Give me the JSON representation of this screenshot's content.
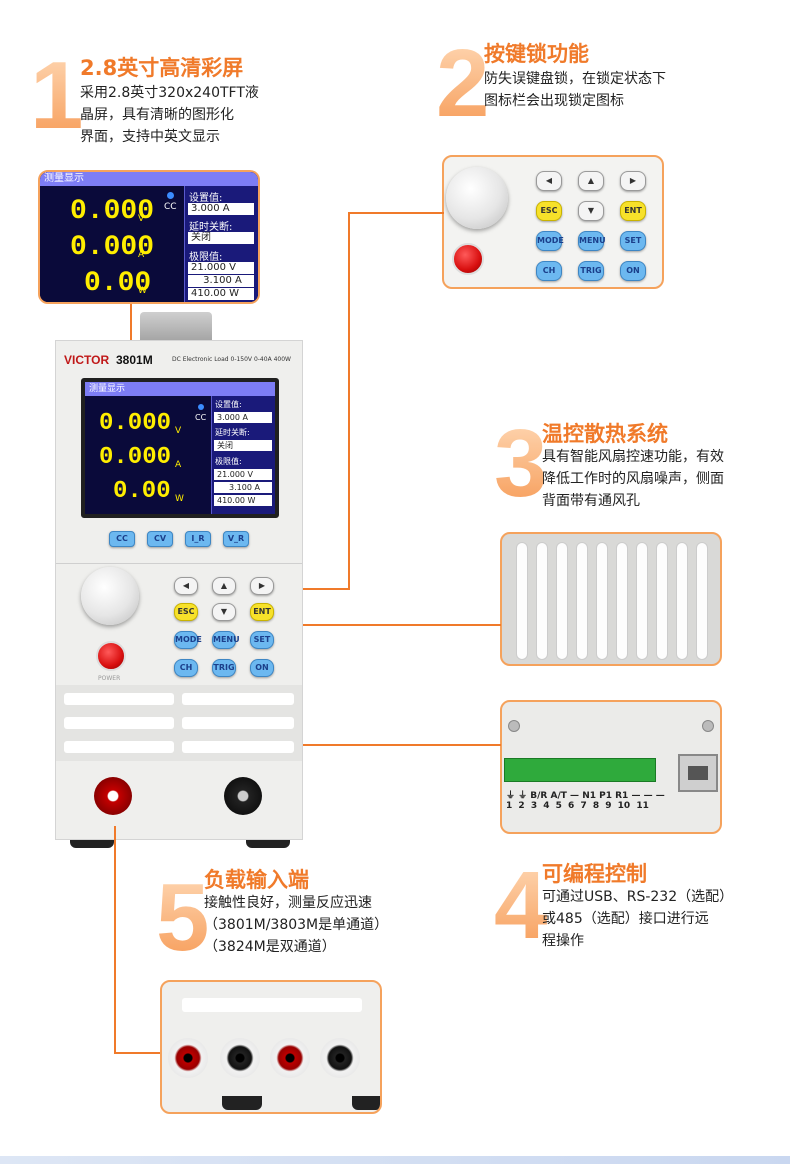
{
  "features": {
    "f1": {
      "num": "1",
      "title": "2.8英寸高清彩屏",
      "desc": [
        "采用2.8英寸320x240TFT液",
        "晶屏，具有清晰的图形化",
        "界面，支持中英文显示"
      ]
    },
    "f2": {
      "num": "2",
      "title": "按键锁功能",
      "desc": [
        "防失误键盘锁，在锁定状态下",
        "图标栏会出现锁定图标"
      ]
    },
    "f3": {
      "num": "3",
      "title": "温控散热系统",
      "desc": [
        "具有智能风扇控速功能，有效",
        "降低工作时的风扇噪声，侧面",
        "背面带有通风孔"
      ]
    },
    "f4": {
      "num": "4",
      "title": "可编程控制",
      "desc": [
        "可通过USB、RS-232（选配）",
        "或485（选配）接口进行远",
        "程操作"
      ]
    },
    "f5": {
      "num": "5",
      "title": "负载输入端",
      "desc": [
        "接触性良好，测量反应迅速",
        "（3801M/3803M是单通道）",
        "（3824M是双通道）"
      ]
    }
  },
  "lcd": {
    "header": "测量显示",
    "voltage": "0.000",
    "current": "0.000",
    "power": "0.00",
    "unit_v": "V",
    "unit_a": "A",
    "unit_w": "W",
    "mode": "CC",
    "set_label": "设置值:",
    "set_value": "3.000  A",
    "delay_label": "延时关断:",
    "delay_value": "关闭",
    "limit_label": "极限值:",
    "limit_v": "21.000  V",
    "limit_a": "3.100  A",
    "limit_w": "410.00  W"
  },
  "device": {
    "brand": "VICTOR",
    "model": "3801M",
    "spec": "DC Electronic Load 0-150V 0-40A 400W",
    "mode_keys": [
      "CC",
      "CV",
      "I_R",
      "V_R"
    ],
    "knob_label": "POWER"
  },
  "keypad": {
    "left": "◀",
    "up": "▲",
    "right": "▶",
    "down": "▼",
    "esc": "ESC",
    "ent": "ENT",
    "mode": "MODE",
    "menu": "MENU",
    "set": "SET",
    "ch": "CH",
    "trig": "TRIG",
    "on": "ON"
  },
  "terminal": {
    "labels": [
      "B/R",
      "A/T",
      "N1",
      "P1",
      "R1"
    ],
    "numbers": [
      "1",
      "2",
      "3",
      "4",
      "5",
      "6",
      "7",
      "8",
      "9",
      "10",
      "11"
    ]
  },
  "colors": {
    "accent": "#f07a2a",
    "key_blue": "#6cb8f0",
    "key_yellow": "#f7e12a",
    "lcd_text": "#ffee00"
  }
}
